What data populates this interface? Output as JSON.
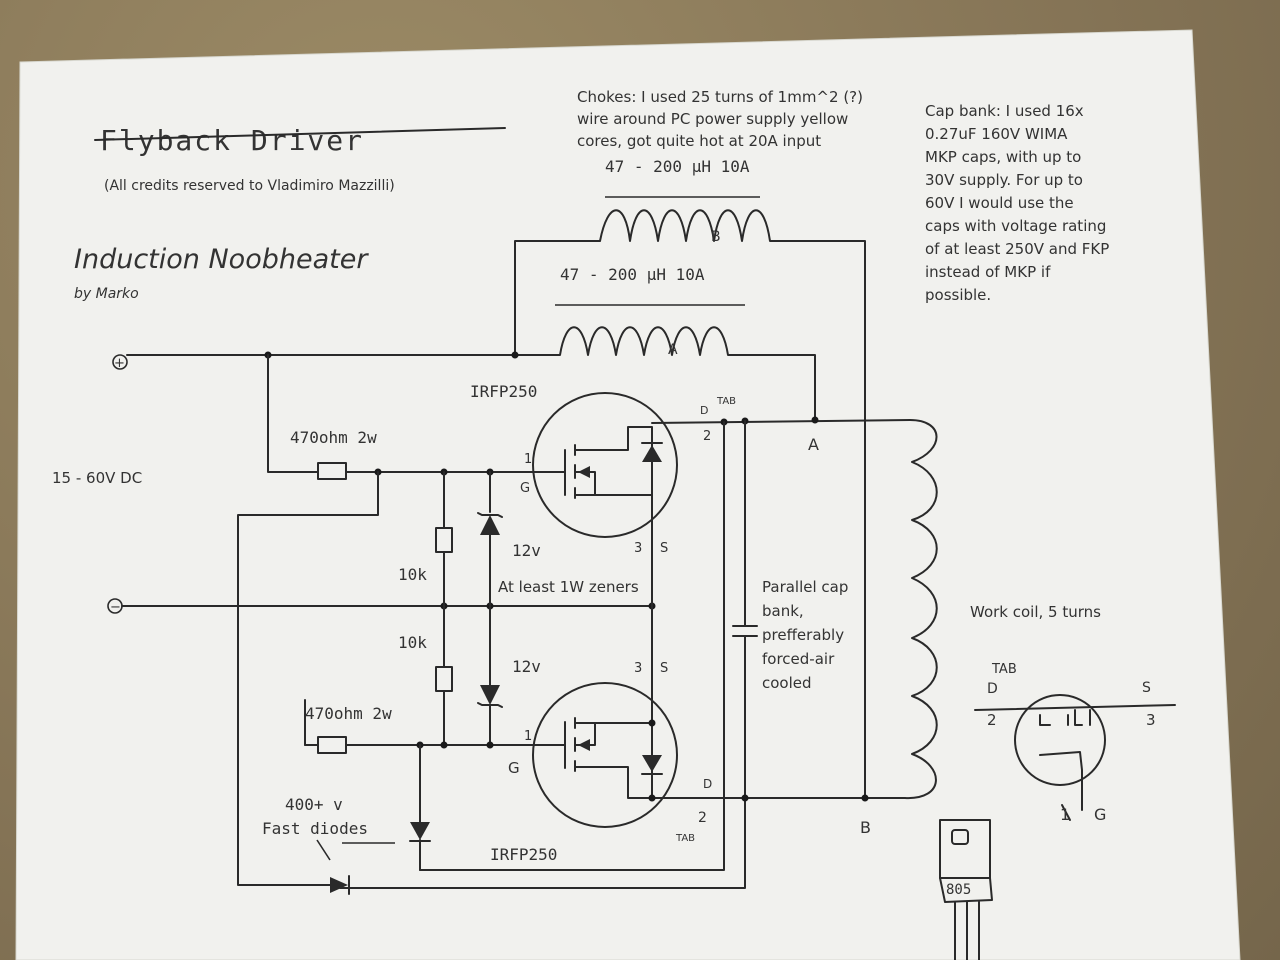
{
  "title_struck": "Flyback Driver",
  "credits": "(All credits reserved to Vladimiro Mazzilli)",
  "heading": "Induction Noobheater",
  "byline": "by Marko",
  "chokes_note": [
    "Chokes: I used 25 turns of 1mm^2 (?)",
    "wire around PC power supply yellow",
    "cores, got quite hot at 20A input"
  ],
  "choke_rating_b": "47 - 200 µH 10A",
  "choke_rating_a": "47 - 200 µH 10A",
  "cap_note": [
    "Cap bank: I used 16x",
    "0.27uF 160V WIMA",
    "MKP caps, with up to",
    "30V supply. For up to",
    "60V I would use the",
    "caps with voltage rating",
    "of at least 250V and FKP",
    "instead of MKP if",
    "possible."
  ],
  "supply_label": "15 - 60V DC",
  "plus_symbol": "+",
  "minus_symbol": "−",
  "choke_b_letter": "B",
  "choke_a_letter": "A",
  "mosfet_top_label": "IRFP250",
  "mosfet_bottom_label": "IRFP250",
  "res_top_label": "470ohm 2w",
  "res_bottom_label": "470ohm 2w",
  "res_10k_top": "10k",
  "res_10k_bottom": "10k",
  "zener_top": "12v",
  "zener_bottom": "12v",
  "zener_note": "At least 1W zeners",
  "cap_bank_note": [
    "Parallel cap",
    "bank,",
    "prefferably",
    "forced-air",
    "cooled"
  ],
  "work_coil_note": "Work coil, 5 turns",
  "node_a": "A",
  "node_b": "B",
  "diodes_note": [
    "400+ v",
    "Fast diodes"
  ],
  "pins": {
    "g": "G",
    "d": "D",
    "s": "S",
    "tab": "TAB",
    "one": "1",
    "two": "2",
    "three": "3"
  },
  "pinout": {
    "tab": "TAB",
    "d": "D",
    "s": "S",
    "two": "2",
    "three": "3",
    "one": "1",
    "g": "G"
  },
  "package_label": "805"
}
